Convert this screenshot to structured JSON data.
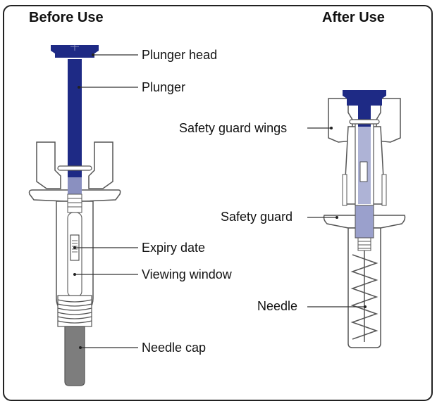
{
  "headings": {
    "before": "Before Use",
    "after": "After Use"
  },
  "labels": {
    "plunger_head": "Plunger head",
    "plunger": "Plunger",
    "expiry_date": "Expiry date",
    "viewing_window": "Viewing window",
    "needle_cap": "Needle cap",
    "safety_guard_wings": "Safety guard wings",
    "safety_guard": "Safety guard",
    "needle": "Needle"
  },
  "colors": {
    "plunger": "#1e2a85",
    "plunger_light": "#5a63a8",
    "body_fill": "#ffffff",
    "outline": "#444444",
    "cap": "#7d7d7d",
    "spring": "#555555"
  }
}
